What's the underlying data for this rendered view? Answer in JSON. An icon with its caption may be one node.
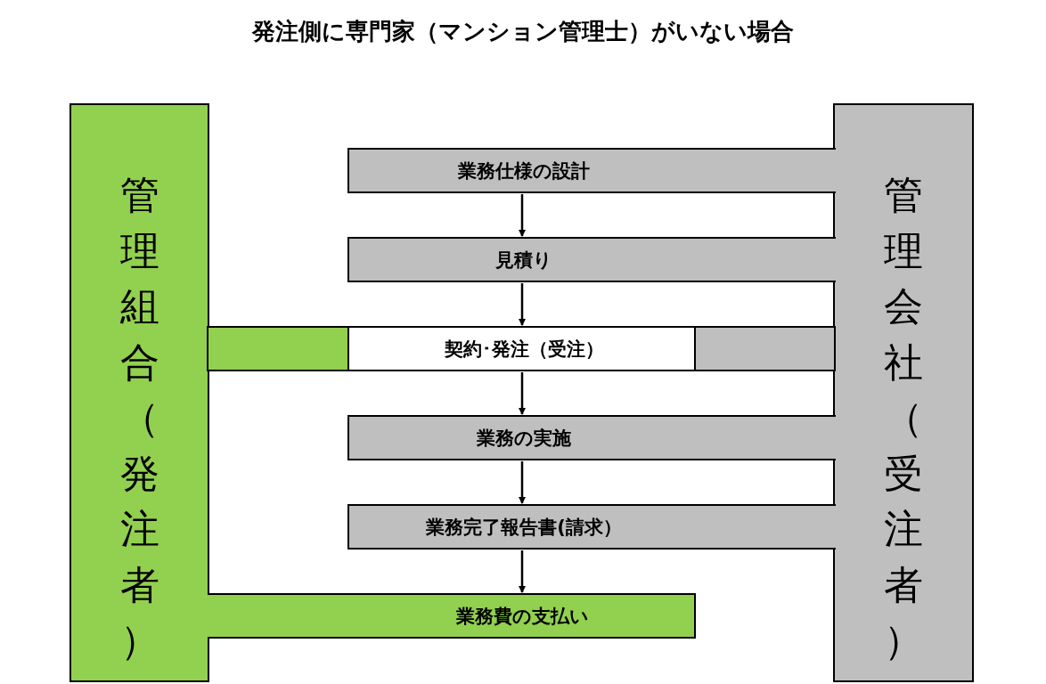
{
  "diagram": {
    "title": "発注側に専門家（マンション管理士）がいない場合",
    "nodes": [
      {
        "text": [
          "管理組合（発注者）"
        ]
      },
      {
        "text": [
          "管理会社（受注者）"
        ]
      },
      {
        "text": [
          "業務仕様の設計"
        ]
      },
      {
        "text": [
          "見積り"
        ]
      },
      {
        "text": [
          "契約･発注（受注）"
        ]
      },
      {
        "text": [
          "業務の実施"
        ]
      },
      {
        "text": [
          "業務完了報告書(請求）"
        ]
      },
      {
        "text": [
          "業務費の支払い"
        ]
      },
      {
        "text": [],
        "shape": "bar"
      },
      {
        "text": [],
        "shape": "bar"
      }
    ],
    "edges": [
      {
        "from": 2,
        "to": 3,
        "arrow": "to"
      },
      {
        "from": 3,
        "to": 4,
        "arrow": "to"
      },
      {
        "from": 4,
        "to": 5,
        "arrow": "to"
      },
      {
        "from": 5,
        "to": 6,
        "arrow": "to"
      },
      {
        "from": 6,
        "to": 7,
        "arrow": "to"
      }
    ]
  }
}
